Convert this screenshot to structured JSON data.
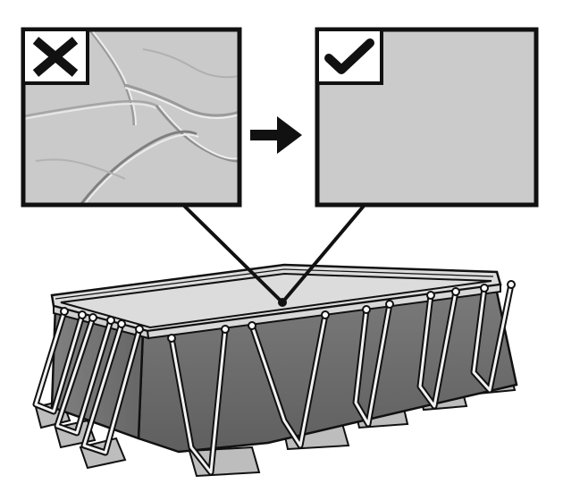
{
  "diagram": {
    "panels": [
      {
        "id": "wrinkled",
        "status": "incorrect",
        "icon": "x-mark-icon",
        "surface": "wrinkled-liner"
      },
      {
        "id": "smooth",
        "status": "correct",
        "icon": "check-mark-icon",
        "surface": "smooth-liner"
      }
    ],
    "transition_icon": "arrow-right-icon",
    "subject": "rectangular-frame-pool",
    "colors": {
      "panel_fill": "#c9c9c9",
      "pool_wall": "#6e6e6e",
      "pool_water": "#5e5e5e",
      "outline": "#111111"
    }
  }
}
